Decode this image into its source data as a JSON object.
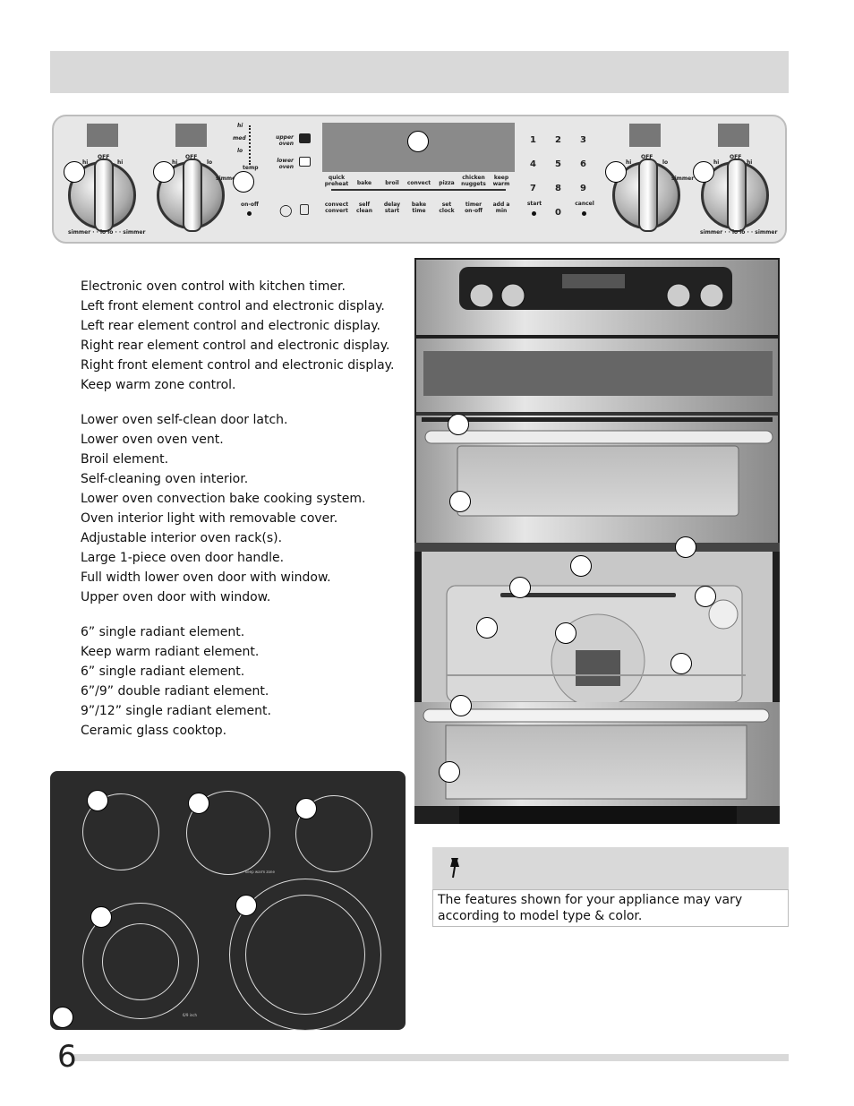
{
  "control_panel": {
    "left_knob_1": {
      "top": "OFF",
      "left": "hi",
      "right": "hi",
      "bottom": "simmer · · lo  lo · · simmer"
    },
    "left_knob_2": {
      "top": "OFF",
      "left": "hi",
      "right": "lo",
      "bottom": "simmer"
    },
    "warm_zone": {
      "levels": [
        "hi",
        "med",
        "lo"
      ],
      "temp": "temp",
      "on_off": "on-off"
    },
    "oven_select": {
      "upper": "upper oven",
      "lower": "lower oven"
    },
    "buttons_row1": [
      "quick preheat",
      "bake",
      "broil",
      "convect",
      "pizza",
      "chicken nuggets",
      "keep warm"
    ],
    "buttons_row2": [
      "convect convert",
      "self clean",
      "delay start",
      "bake time",
      "set clock",
      "timer on-off",
      "add a min"
    ],
    "keypad": [
      "1",
      "2",
      "3",
      "4",
      "5",
      "6",
      "7",
      "8",
      "9",
      "start",
      "0",
      "cancel"
    ],
    "right_knob_1": {
      "top": "OFF",
      "left": "hi",
      "right": "lo",
      "bottom": "simmer"
    },
    "right_knob_2": {
      "top": "OFF",
      "left": "hi",
      "right": "hi",
      "bottom": "simmer · · lo  lo · · simmer"
    }
  },
  "features": {
    "group1": [
      "Electronic oven control with kitchen timer.",
      "Left front element control and electronic display.",
      "Left rear element control and electronic display.",
      "Right rear element control and electronic display.",
      "Right front element control and electronic display.",
      "Keep warm zone control."
    ],
    "group2": [
      "Lower oven self-clean door latch.",
      "Lower oven oven vent.",
      "Broil element.",
      "Self-cleaning oven interior.",
      "Lower oven convection bake cooking system.",
      "Oven interior light with removable cover.",
      "Adjustable interior oven rack(s).",
      "Large 1-piece oven door handle.",
      "Full width lower oven door with window.",
      "Upper oven door with window."
    ],
    "group3": [
      "6” single radiant element.",
      "Keep warm radiant element.",
      "6” single radiant element.",
      "6”/9” double radiant element.",
      "9”/12” single radiant element.",
      "Ceramic glass cooktop."
    ]
  },
  "cooktop": {
    "warm_zone_label": "keep warm zone",
    "element_label": "6/9 inch"
  },
  "note": {
    "icon": "pushpin-icon",
    "text": "The features shown for your appliance may vary according to model type & color."
  },
  "page_number": "6"
}
